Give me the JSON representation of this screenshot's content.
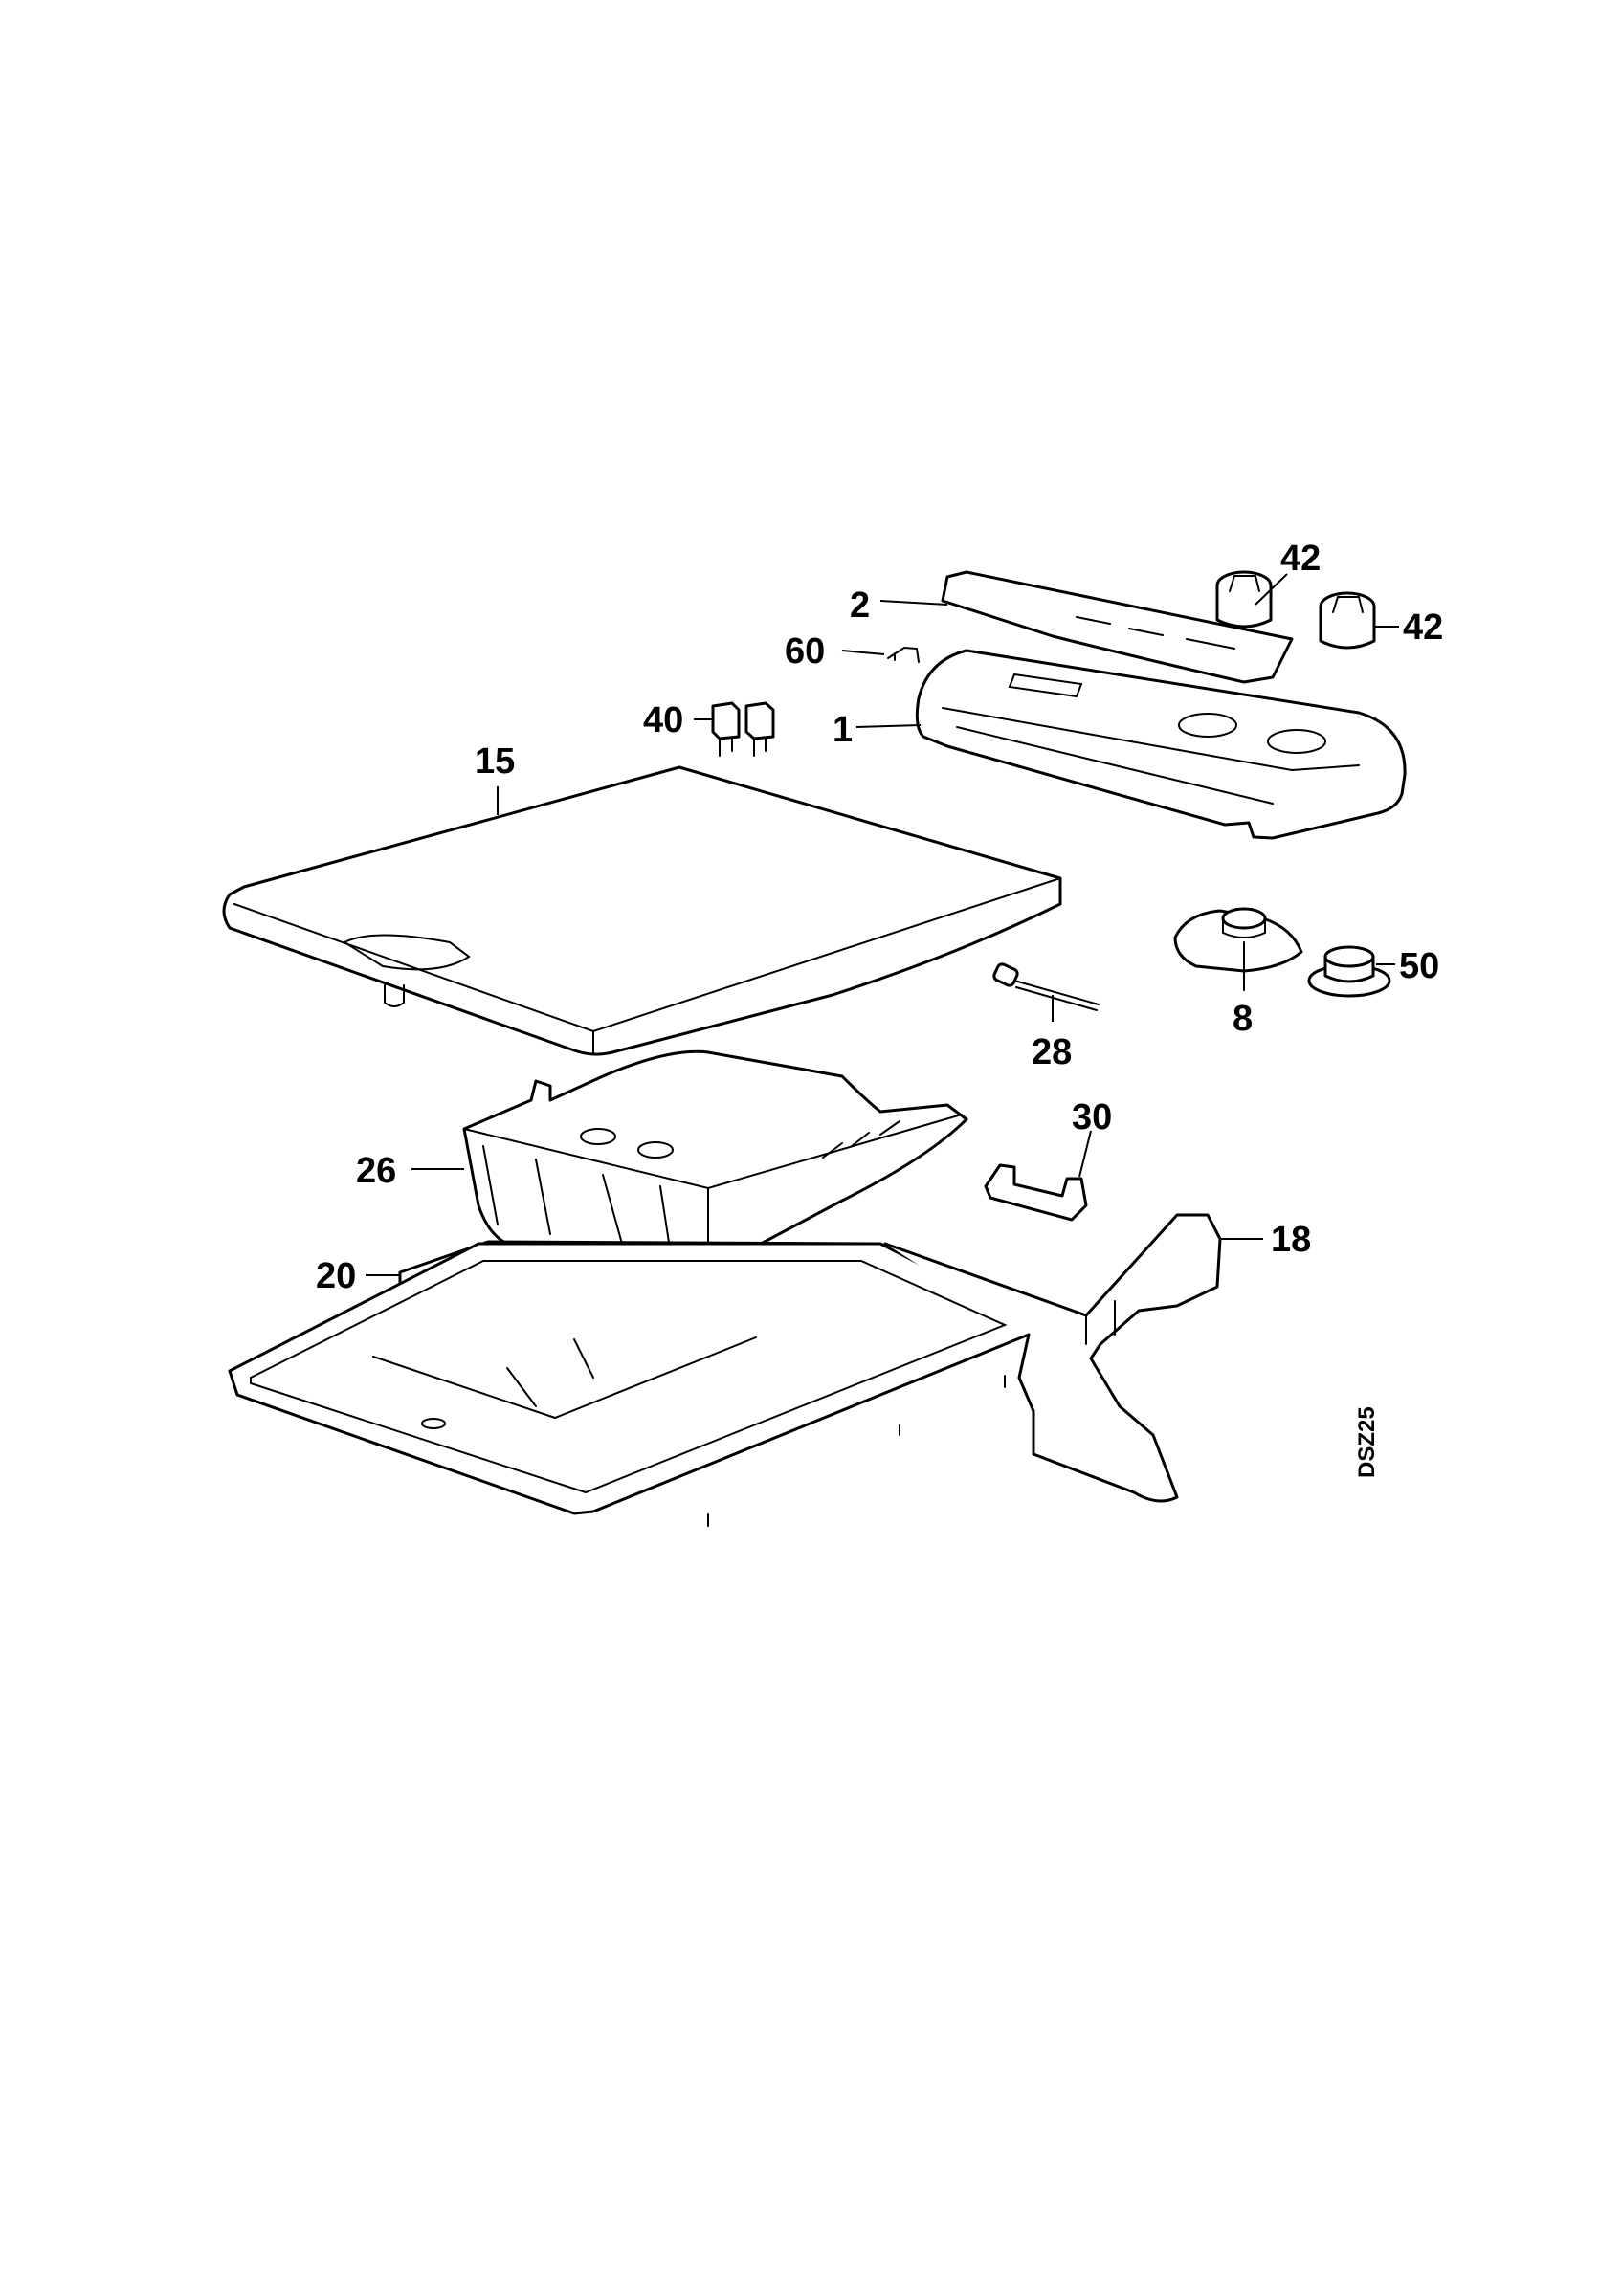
{
  "diagram_code": "DSZ25",
  "callouts": {
    "c1": "1",
    "c2": "2",
    "c8": "8",
    "c15": "15",
    "c18": "18",
    "c20": "20",
    "c26": "26",
    "c28": "28",
    "c30": "30",
    "c40": "40",
    "c42a": "42",
    "c42b": "42",
    "c50": "50",
    "c60": "60"
  },
  "colors": {
    "line": "#000000",
    "background": "#ffffff"
  }
}
